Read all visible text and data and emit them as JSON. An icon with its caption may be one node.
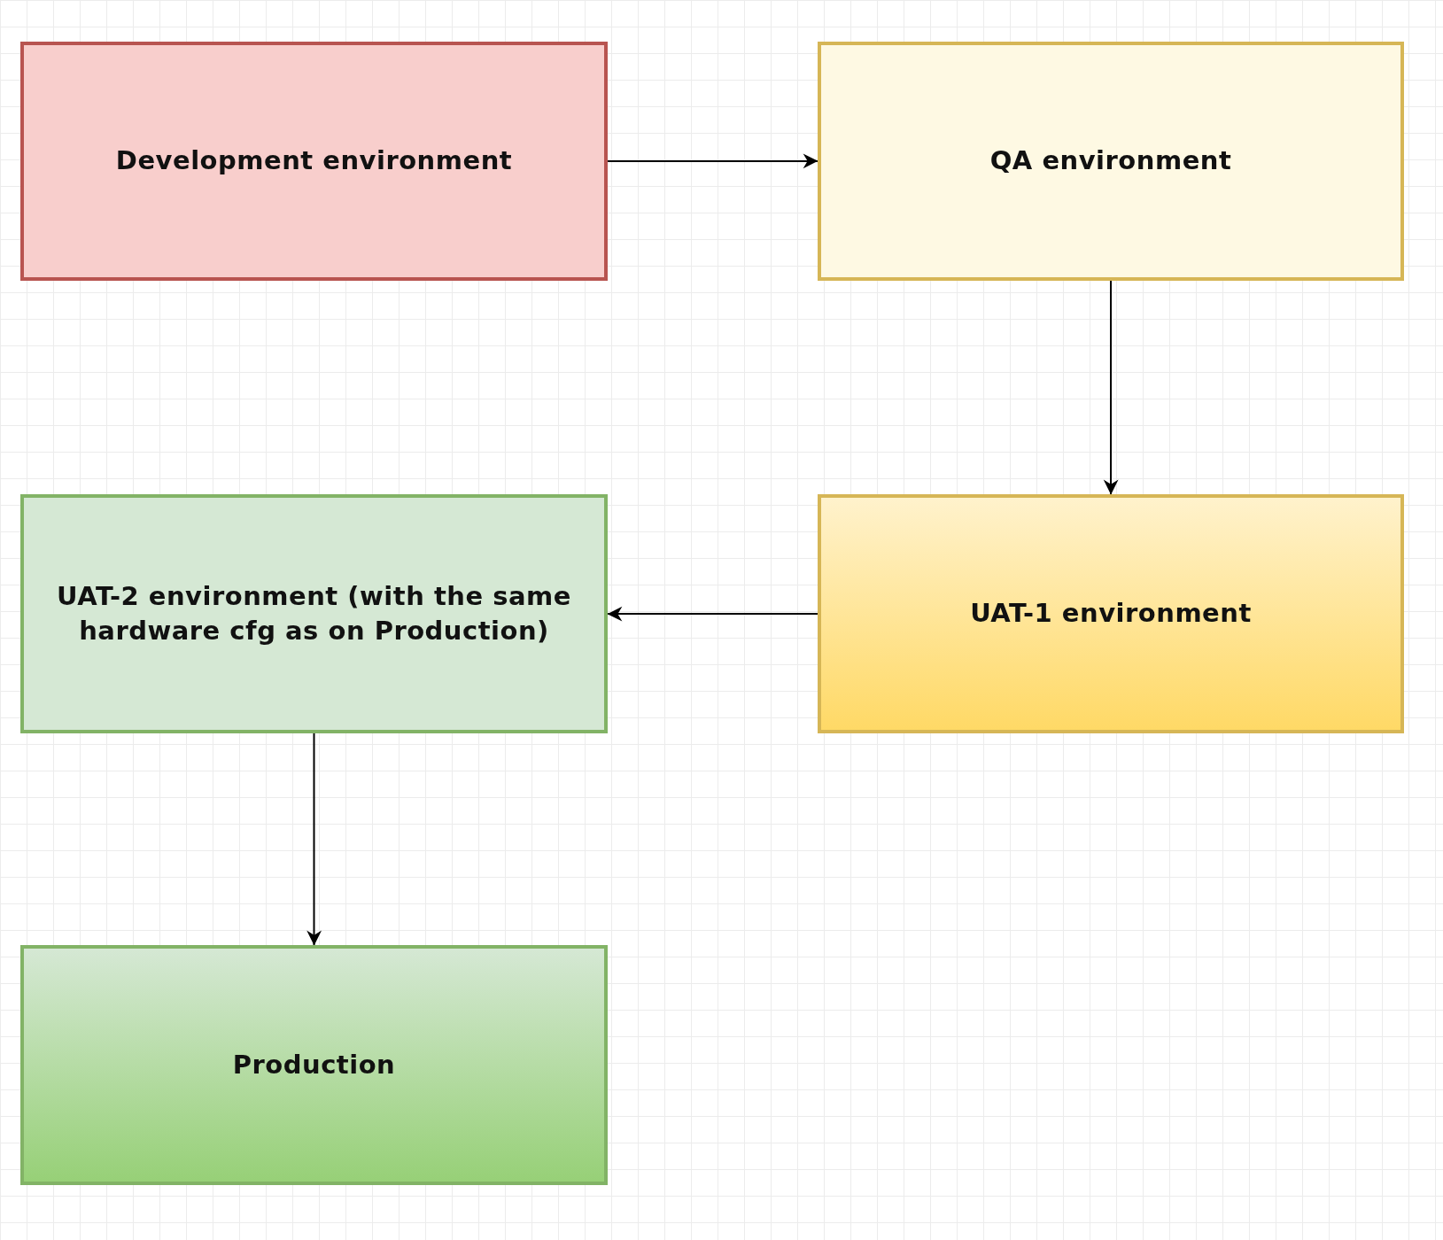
{
  "diagram": {
    "nodes": [
      {
        "text": [
          "Development environment"
        ]
      },
      {
        "text": [
          "QA environment"
        ]
      },
      {
        "text": [
          "UAT-2 environment (with the same hardware cfg as on Production)"
        ]
      },
      {
        "text": [
          "UAT-1 environment"
        ]
      },
      {
        "text": [
          "Production"
        ]
      }
    ],
    "edges": [
      {
        "from": 0,
        "to": 1,
        "arrow": "to"
      },
      {
        "from": 1,
        "to": 3,
        "arrow": "to"
      },
      {
        "from": 3,
        "to": 2,
        "arrow": "to"
      },
      {
        "from": 2,
        "to": 4,
        "arrow": "to"
      }
    ]
  }
}
